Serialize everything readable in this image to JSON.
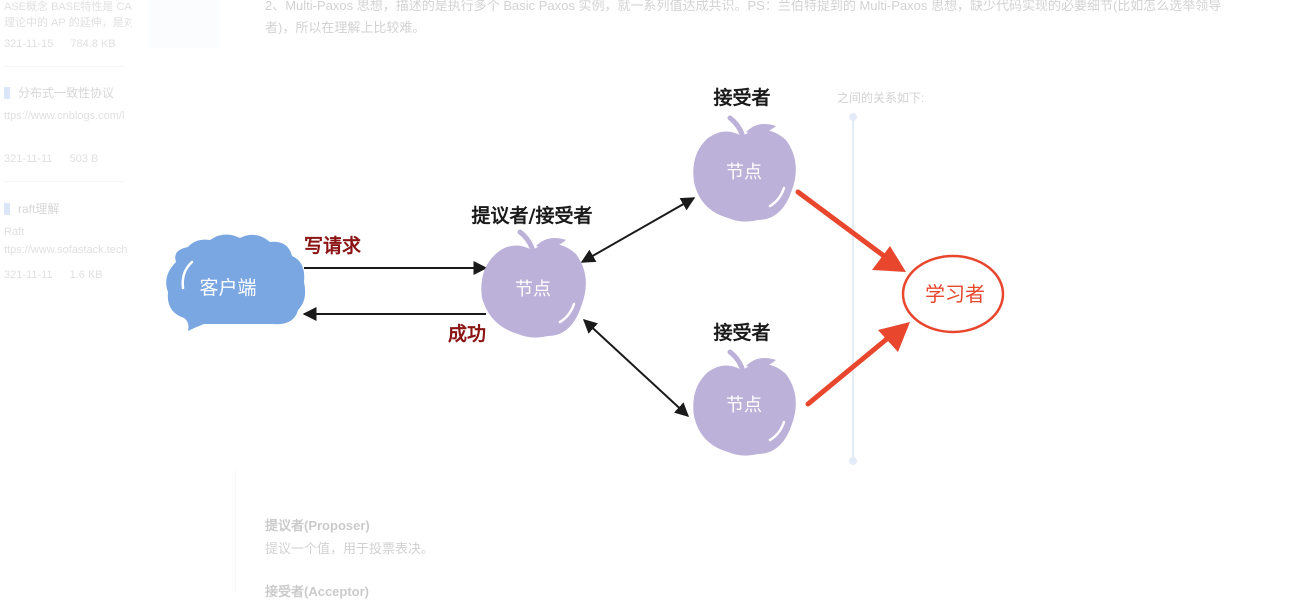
{
  "background": {
    "sidebar": {
      "files": [
        {
          "title": "",
          "lines": [
            "ASE概念 BASE特性是 CAP",
            "理论中的 AP 的延伸，是对..."
          ],
          "date": "321-11-15",
          "size": "784.8 KB"
        },
        {
          "title": "分布式一致性协议",
          "lines": [
            "ttps://www.cnblogs.com/l"
          ],
          "date": "321-11-11",
          "size": "503 B"
        },
        {
          "title": "raft理解",
          "lines": [
            "Raft",
            "ttps://www.sofastack.tech"
          ],
          "date": "321-11-11",
          "size": "1.6 KB"
        }
      ]
    },
    "document": {
      "intro": "2、Multi-Paxos 思想，描述的是执行多个 Basic Paxos 实例，就一系列值达成共识。PS：兰伯特提到的 Multi-Paxos 思想，缺少代码实现的必要细节(比如怎么选举领导者)，所以在理解上比较难。",
      "relation_note": "之间的关系如下:",
      "sections": [
        {
          "heading": "提议者(Proposer)",
          "text": "提议一个值，用于投票表决。"
        },
        {
          "heading": "接受者(Acceptor)",
          "text": ""
        }
      ]
    }
  },
  "diagram": {
    "client": {
      "label": "客户端",
      "color": "#7aa6e2"
    },
    "proposer": {
      "role": "提议者/接受者",
      "node_label": "节点",
      "color": "#bcb1d8"
    },
    "acceptor_top": {
      "role": "接受者",
      "node_label": "节点",
      "color": "#bcb1d8"
    },
    "acceptor_bottom": {
      "role": "接受者",
      "node_label": "节点",
      "color": "#bcb1d8"
    },
    "learner": {
      "label": "学习者",
      "color": "#e8472d"
    },
    "request_label": "写请求",
    "response_label": "成功",
    "arrow_color": "#1a1a1a",
    "learner_arrow_color": "#e8472d"
  }
}
